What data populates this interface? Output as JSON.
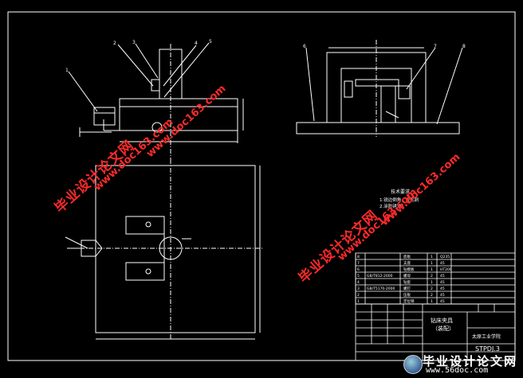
{
  "views": {
    "top_callouts": [
      "2",
      "3",
      "4",
      "5"
    ],
    "left_callouts": [
      "1"
    ],
    "right_callouts": [
      "6",
      "7",
      "8"
    ]
  },
  "tech_requirements": {
    "title": "技术要求",
    "lines": [
      "1.锐边倒角，去毛刺",
      "2.涂防锈油"
    ]
  },
  "bom": [
    {
      "no": "8",
      "code": "",
      "name": "底板",
      "qty": "1",
      "material": "Q235"
    },
    {
      "no": "7",
      "code": "",
      "name": "支座",
      "qty": "1",
      "material": "45"
    },
    {
      "no": "6",
      "code": "",
      "name": "钻模板",
      "qty": "1",
      "material": "HT200"
    },
    {
      "no": "5",
      "code": "GB/T812-2000",
      "name": "螺母",
      "qty": "2",
      "material": "45"
    },
    {
      "no": "4",
      "code": "",
      "name": "钻套",
      "qty": "1",
      "material": "45"
    },
    {
      "no": "3",
      "code": "GB/T5170-2000",
      "name": "螺钉",
      "qty": "2",
      "material": "45"
    },
    {
      "no": "2",
      "code": "",
      "name": "压板",
      "qty": "2",
      "material": "45"
    },
    {
      "no": "1",
      "code": "",
      "name": "定位销",
      "qty": "1",
      "material": "45"
    }
  ],
  "title_block": {
    "name": "钻床夹具",
    "name_sub": "（装配）",
    "school": "太原工业学院",
    "drawing_no": "STPDJ.3"
  },
  "watermarks": {
    "cn": "毕业设计论文网",
    "url": "www.doc163.com"
  },
  "footer": {
    "cn": "毕业设计论文网",
    "url": "www.56doc.com"
  },
  "colors": {
    "background": "#000000",
    "line": "#ffffff",
    "watermark": "#ff2a2a"
  }
}
